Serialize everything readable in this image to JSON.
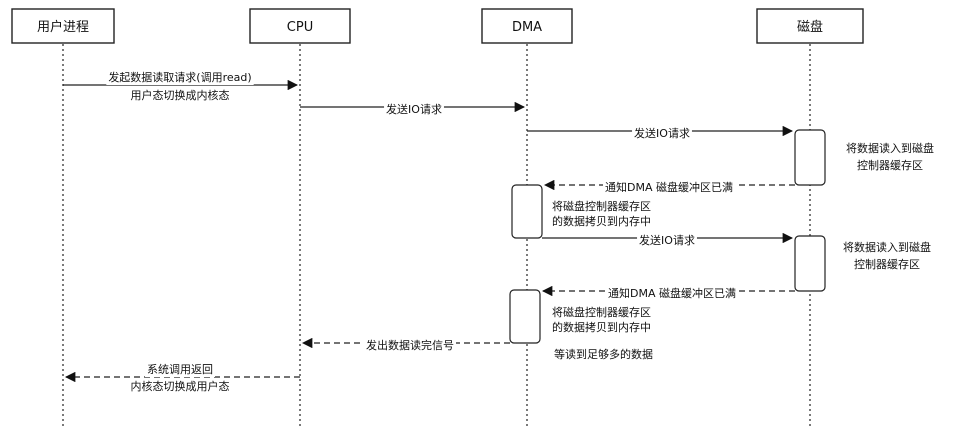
{
  "participants": {
    "user_process": "用户进程",
    "cpu": "CPU",
    "dma": "DMA",
    "disk": "磁盘"
  },
  "messages": {
    "m1_line1": "发起数据读取请求(调用read)",
    "m1_line2": "用户态切换成内核态",
    "m2": "发送IO请求",
    "m3": "发送IO请求",
    "m4": "通知DMA 磁盘缓冲区已满",
    "m5": "发送IO请求",
    "m6": "通知DMA 磁盘缓冲区已满",
    "m7": "发出数据读完信号",
    "m8_line1": "系统调用返回",
    "m8_line2": "内核态切换成用户态"
  },
  "notes": {
    "disk_note1_line1": "将数据读入到磁盘",
    "disk_note1_line2": "控制器缓存区",
    "dma_note1_line1": "将磁盘控制器缓存区",
    "dma_note1_line2": "的数据拷贝到内存中",
    "disk_note2_line1": "将数据读入到磁盘",
    "disk_note2_line2": "控制器缓存区",
    "dma_note2_line1": "将磁盘控制器缓存区",
    "dma_note2_line2": "的数据拷贝到内存中",
    "dma_note3": "等读到足够多的数据"
  }
}
